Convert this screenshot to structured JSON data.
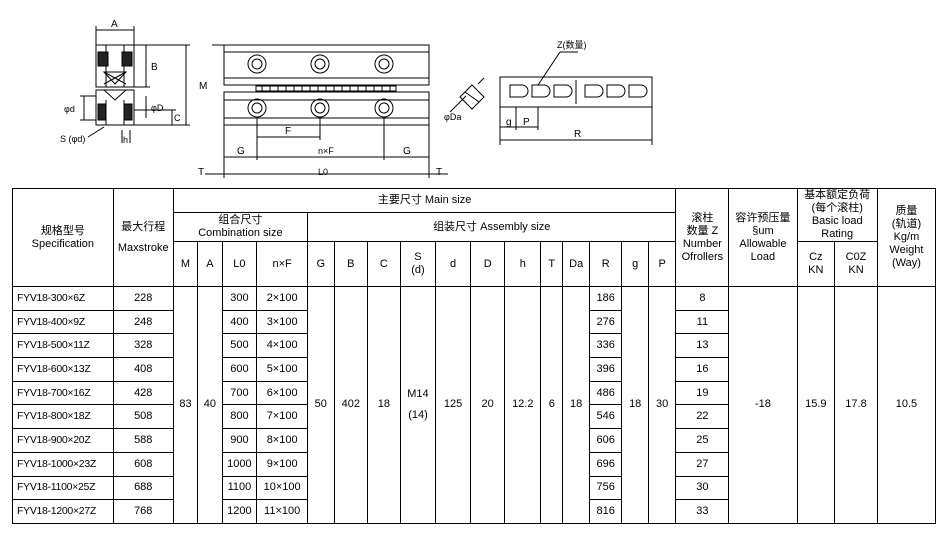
{
  "drawing": {
    "labels": {
      "A": "A",
      "B": "B",
      "C": "C",
      "M": "M",
      "phi_d": "φd",
      "phi_D": "φD",
      "S": "S (φd)",
      "h": "h",
      "F": "F",
      "nF": "n×F",
      "G": "G",
      "G2": "G",
      "T": "T",
      "T2": "T",
      "L0": "L0",
      "Z": "Z(数量)",
      "Da": "φDa",
      "g": "g",
      "P": "P",
      "R": "R"
    }
  },
  "table": {
    "headers": {
      "spec_cn": "规格型号",
      "spec_en": "Specification",
      "stroke_cn": "最大行程",
      "stroke_en": "Maxstroke",
      "main_size": "主要尺寸 Main size",
      "combination_cn": "组合尺寸",
      "combination_en": "Combination size",
      "assembly": "组装尺寸  Assembly size",
      "rollers_cn": "滚柱",
      "rollers_l2": "数量 Z",
      "rollers_l3": "Number",
      "rollers_l4": "Ofrollers",
      "preload_cn": "容许预压量",
      "preload_l2": "§um",
      "preload_l3": "Allowable",
      "preload_l4": "Load",
      "rating_cn": "基本额定负荷",
      "rating_cn2": "(每个滚柱)",
      "rating_en": "Basic load Rating",
      "weight_cn": "质量",
      "weight_cn2": "(轨道)",
      "weight_unit": "Kg/m",
      "weight_en": "Weight",
      "weight_way": "(Way)",
      "cols": {
        "M": "M",
        "A": "A",
        "L0": "L0",
        "nF": "n×F",
        "G": "G",
        "B": "B",
        "C": "C",
        "S1": "S",
        "S2": "(d)",
        "d": "d",
        "D": "D",
        "h": "h",
        "T": "T",
        "Da": "Da",
        "R": "R",
        "g": "g",
        "P": "P",
        "Cz1": "Cz",
        "Cz2": "KN",
        "C0Z1": "C0Z",
        "C0Z2": "KN"
      }
    },
    "shared": {
      "M": "83",
      "A": "40",
      "G": "50",
      "B": "402",
      "C": "18",
      "S1": "M14",
      "S2": "(14)",
      "d": "125",
      "D": "20",
      "h": "12.2",
      "T": "6",
      "Da": "18",
      "g": "18",
      "P": "30",
      "preload": "-18",
      "Cz": "15.9",
      "C0Z": "17.8",
      "weight": "10.5"
    },
    "rows": [
      {
        "spec": "FYV18-300×6Z",
        "stroke": "228",
        "L0": "300",
        "nF": "2×100",
        "R": "186",
        "Z": "8"
      },
      {
        "spec": "FYV18-400×9Z",
        "stroke": "248",
        "L0": "400",
        "nF": "3×100",
        "R": "276",
        "Z": "11"
      },
      {
        "spec": "FYV18-500×11Z",
        "stroke": "328",
        "L0": "500",
        "nF": "4×100",
        "R": "336",
        "Z": "13"
      },
      {
        "spec": "FYV18-600×13Z",
        "stroke": "408",
        "L0": "600",
        "nF": "5×100",
        "R": "396",
        "Z": "16"
      },
      {
        "spec": "FYV18-700×16Z",
        "stroke": "428",
        "L0": "700",
        "nF": "6×100",
        "R": "486",
        "Z": "19"
      },
      {
        "spec": "FYV18-800×18Z",
        "stroke": "508",
        "L0": "800",
        "nF": "7×100",
        "R": "546",
        "Z": "22"
      },
      {
        "spec": "FYV18-900×20Z",
        "stroke": "588",
        "L0": "900",
        "nF": "8×100",
        "R": "606",
        "Z": "25"
      },
      {
        "spec": "FYV18-1000×23Z",
        "stroke": "608",
        "L0": "1000",
        "nF": "9×100",
        "R": "696",
        "Z": "27"
      },
      {
        "spec": "FYV18-1100×25Z",
        "stroke": "688",
        "L0": "1100",
        "nF": "10×100",
        "R": "756",
        "Z": "30"
      },
      {
        "spec": "FYV18-1200×27Z",
        "stroke": "768",
        "L0": "1200",
        "nF": "11×100",
        "R": "816",
        "Z": "33"
      }
    ]
  }
}
